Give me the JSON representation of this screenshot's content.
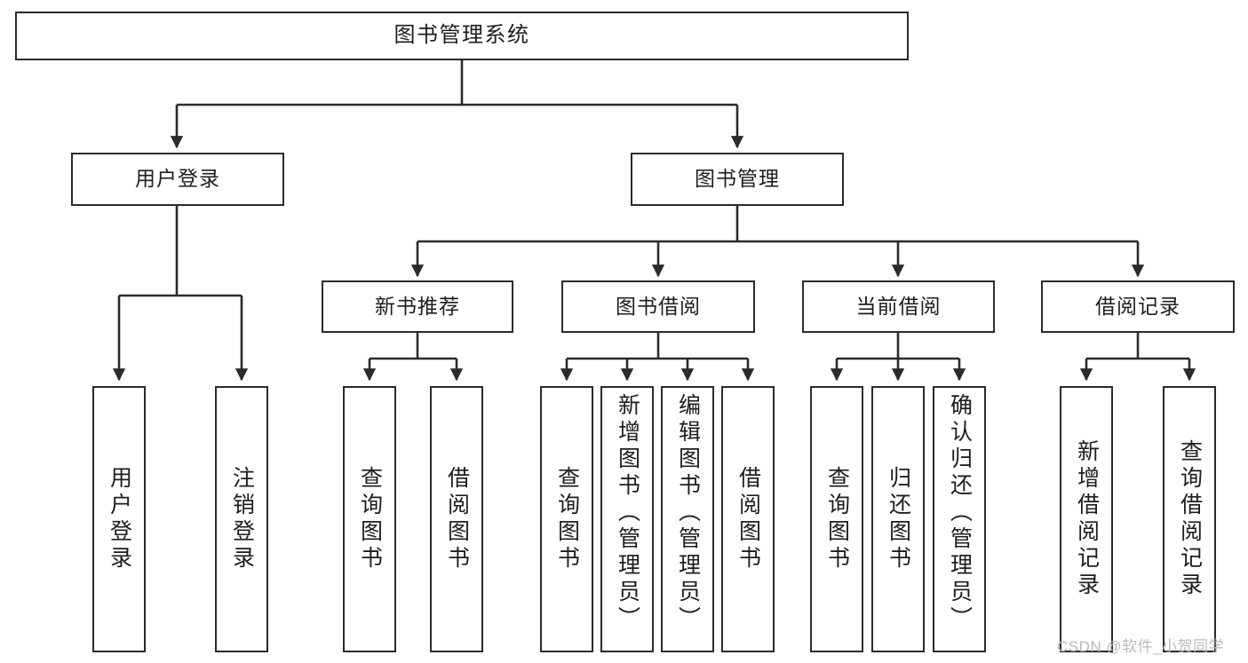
{
  "diagram": {
    "title": "图书管理系统",
    "type": "tree-hierarchy-chart",
    "watermark": "CSDN @软件_小贺同学",
    "colors": {
      "box_border": "#2b2b2b",
      "box_fill": "#ffffff",
      "connector": "#2b2b2b",
      "text": "#1d1d1d",
      "watermark": "#b9b9b9"
    }
  },
  "nodes": {
    "root": {
      "label": "图书管理系统"
    },
    "level2": [
      {
        "id": "user-login",
        "label": "用户登录"
      },
      {
        "id": "book-manage",
        "label": "图书管理"
      }
    ],
    "level3": [
      {
        "id": "new-book-recommend",
        "label": "新书推荐"
      },
      {
        "id": "book-borrow",
        "label": "图书借阅"
      },
      {
        "id": "current-borrow",
        "label": "当前借阅"
      },
      {
        "id": "borrow-record",
        "label": "借阅记录"
      }
    ],
    "leaves": {
      "user-login": [
        {
          "id": "leaf-user-login",
          "label": "用户登录"
        },
        {
          "id": "leaf-logout-login",
          "label": "注销登录"
        }
      ],
      "new-book-recommend": [
        {
          "id": "leaf-query-book-1",
          "label": "查询图书"
        },
        {
          "id": "leaf-borrow-book-1",
          "label": "借阅图书"
        }
      ],
      "book-borrow": [
        {
          "id": "leaf-query-book-2",
          "label": "查询图书"
        },
        {
          "id": "leaf-add-book",
          "label": "新增图书（管理员）"
        },
        {
          "id": "leaf-edit-book",
          "label": "编辑图书（管理员）"
        },
        {
          "id": "leaf-borrow-book-2",
          "label": "借阅图书"
        }
      ],
      "current-borrow": [
        {
          "id": "leaf-query-book-3",
          "label": "查询图书"
        },
        {
          "id": "leaf-return-book",
          "label": "归还图书"
        },
        {
          "id": "leaf-confirm-return",
          "label": "确认归还（管理员）"
        }
      ],
      "borrow-record": [
        {
          "id": "leaf-add-record",
          "label": "新增借阅记录"
        },
        {
          "id": "leaf-query-record",
          "label": "查询借阅记录"
        }
      ]
    }
  }
}
